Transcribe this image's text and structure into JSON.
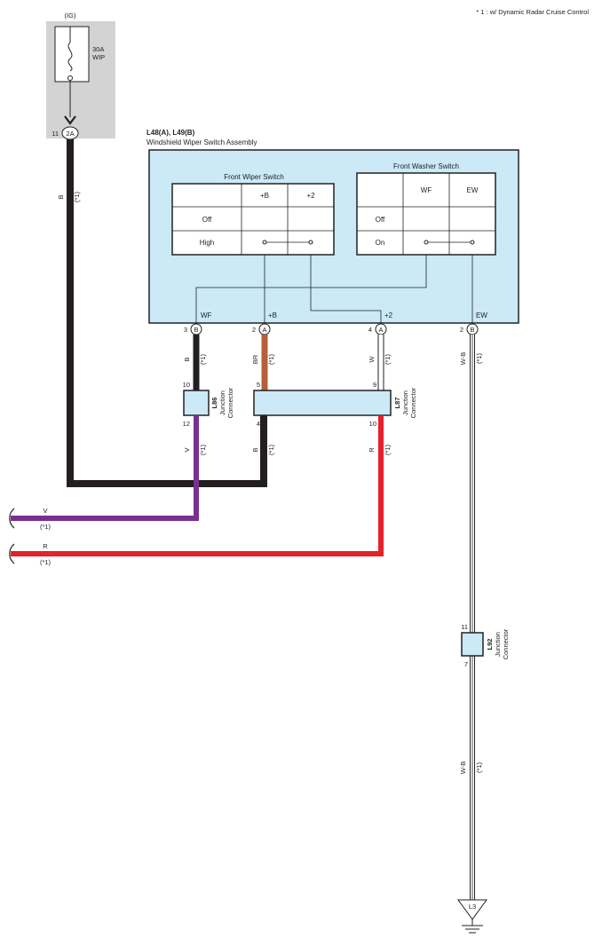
{
  "note": "* 1 : w/ Dynamic Radar Cruise Control",
  "power": {
    "ig": "(IG)",
    "fuse_rating": "30A",
    "fuse_name": "WIP",
    "pin": "11",
    "connector": "2A"
  },
  "assembly": {
    "ref": "L48(A), L49(B)",
    "name": "Windshield Wiper Switch Assembly"
  },
  "front_wiper_switch": {
    "title": "Front Wiper Switch",
    "cols": [
      "+B",
      "+2"
    ],
    "rows": [
      "Off",
      "High"
    ]
  },
  "front_washer_switch": {
    "title": "Front Washer Switch",
    "cols": [
      "WF",
      "EW"
    ],
    "rows": [
      "Off",
      "On"
    ]
  },
  "terminals": [
    {
      "pin": "3",
      "conn": "B",
      "name": "WF"
    },
    {
      "pin": "2",
      "conn": "A",
      "name": "+B"
    },
    {
      "pin": "4",
      "conn": "A",
      "name": "+2"
    },
    {
      "pin": "2",
      "conn": "B",
      "name": "EW"
    }
  ],
  "wires": {
    "fuse_to_junction": {
      "color": "B",
      "note": "(*1)"
    },
    "wf_upper": {
      "color": "B",
      "note": "(*1)"
    },
    "plusb_upper": {
      "color": "BR",
      "note": "(*1)"
    },
    "plus2_upper": {
      "color": "W",
      "note": "(*1)"
    },
    "ew": {
      "color": "W-B",
      "note": "(*1)"
    },
    "wf_lower": {
      "color": "V",
      "note": "(*1)"
    },
    "plusb_lower": {
      "color": "B",
      "note": "(*1)"
    },
    "plus2_lower": {
      "color": "R",
      "note": "(*1)"
    },
    "out_v": {
      "color": "V",
      "note": "(*1)"
    },
    "out_r": {
      "color": "R",
      "note": "(*1)"
    },
    "ew_lower": {
      "color": "W-B",
      "note": "(*1)"
    }
  },
  "junction_l86": {
    "ref": "L86",
    "name_1": "Junction",
    "name_2": "Connector",
    "pin_in": "10",
    "pin_out": "12"
  },
  "junction_l87": {
    "ref": "L87",
    "name_1": "Junction",
    "name_2": "Connector",
    "pin_in_a": "5",
    "pin_in_b": "9",
    "pin_out_a": "4",
    "pin_out_b": "10"
  },
  "junction_l92": {
    "ref": "L92",
    "name_1": "Junction",
    "name_2": "Connector",
    "pin_in": "11",
    "pin_out": "7"
  },
  "ground": {
    "ref": "L3"
  },
  "colors": {
    "black": "#231f20",
    "brown": "#b5603a",
    "violet": "#7a2f8f",
    "red": "#e8202a",
    "light_blue": "#cbe9f7",
    "gray": "#d3d3d3"
  }
}
